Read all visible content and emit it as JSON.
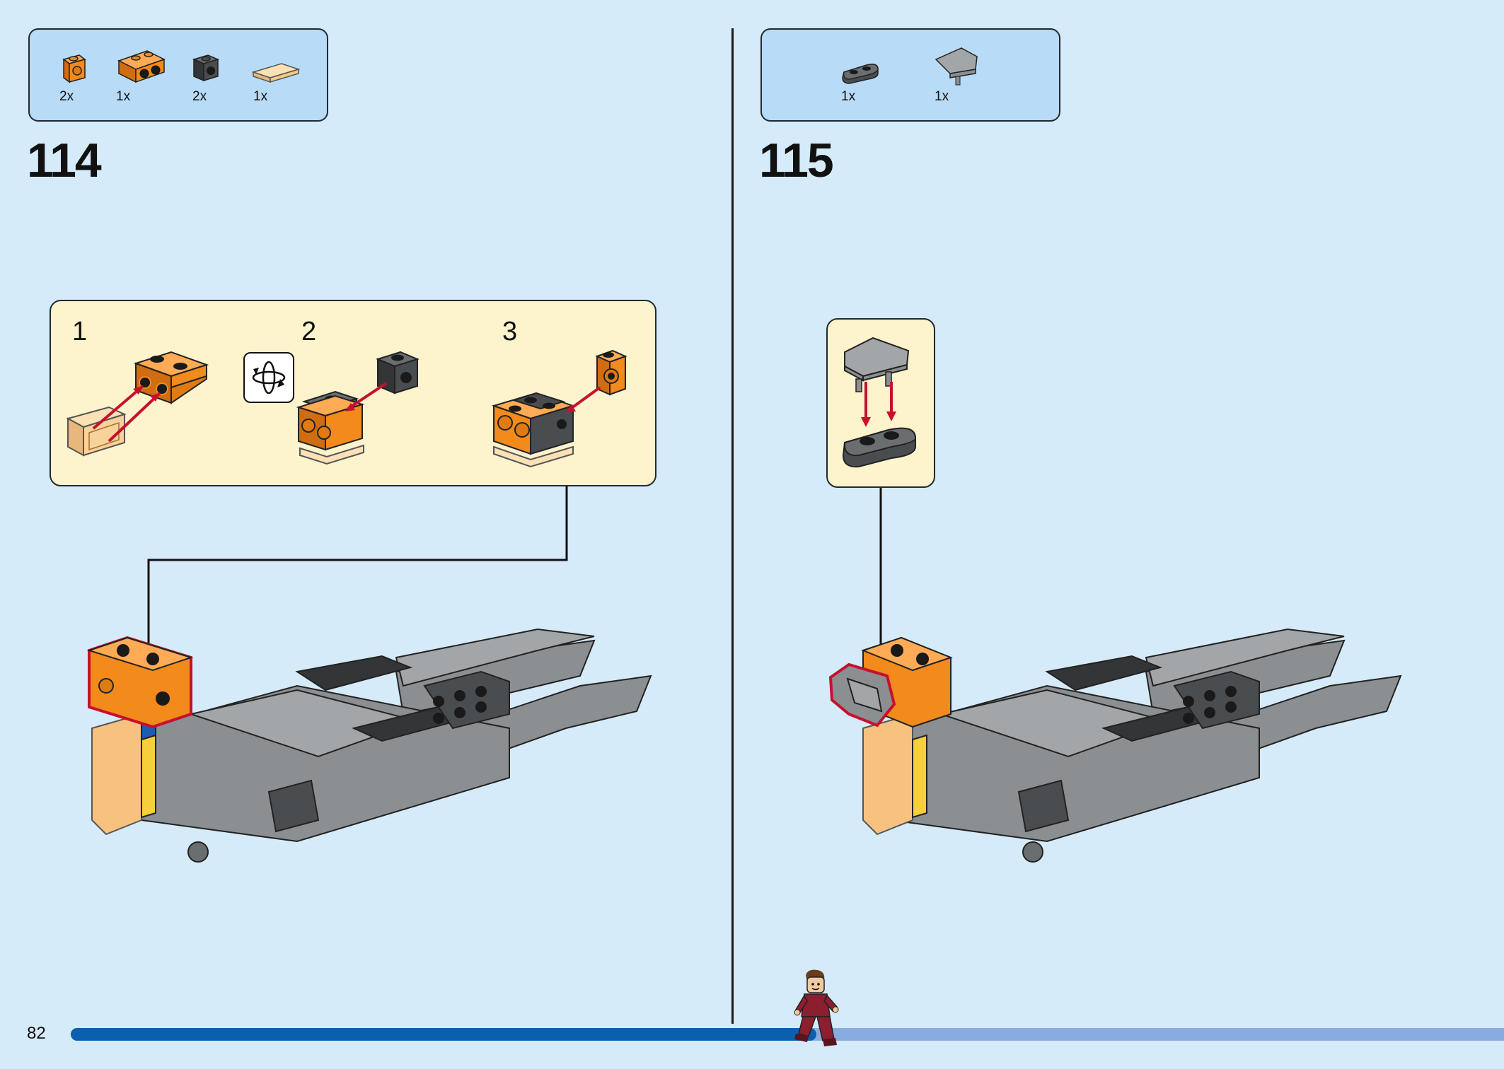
{
  "page": {
    "number": "82",
    "progress_fraction": 0.52
  },
  "steps": [
    {
      "number": "114",
      "parts": [
        {
          "qty": "2x",
          "icon": "orange-bracket-1x1-icon",
          "color": "#f28a1c"
        },
        {
          "qty": "1x",
          "icon": "orange-bracket-1x2-icon",
          "color": "#f28a1c"
        },
        {
          "qty": "2x",
          "icon": "dark-grey-brick-1x1-icon",
          "color": "#4a4d50"
        },
        {
          "qty": "1x",
          "icon": "trans-orange-tile-1x2-icon",
          "color": "#f2c98a"
        }
      ],
      "substeps": [
        "1",
        "2",
        "3"
      ]
    },
    {
      "number": "115",
      "parts": [
        {
          "qty": "1x",
          "icon": "dark-grey-plate-1x2-rounded-icon",
          "color": "#4a4d50"
        },
        {
          "qty": "1x",
          "icon": "light-grey-wedge-plate-icon",
          "color": "#a3a6a8"
        }
      ]
    }
  ],
  "icons": {
    "rotate": "rotate-model-icon",
    "minifig": "minifigure-runner-icon"
  },
  "colors": {
    "background": "#d5ebfa",
    "parts_box": "#b8dbf7",
    "substep_box": "#fdf3cc",
    "progress_done": "#0b5fae",
    "progress_todo": "#8aabdd",
    "highlight": "#c8102e"
  }
}
